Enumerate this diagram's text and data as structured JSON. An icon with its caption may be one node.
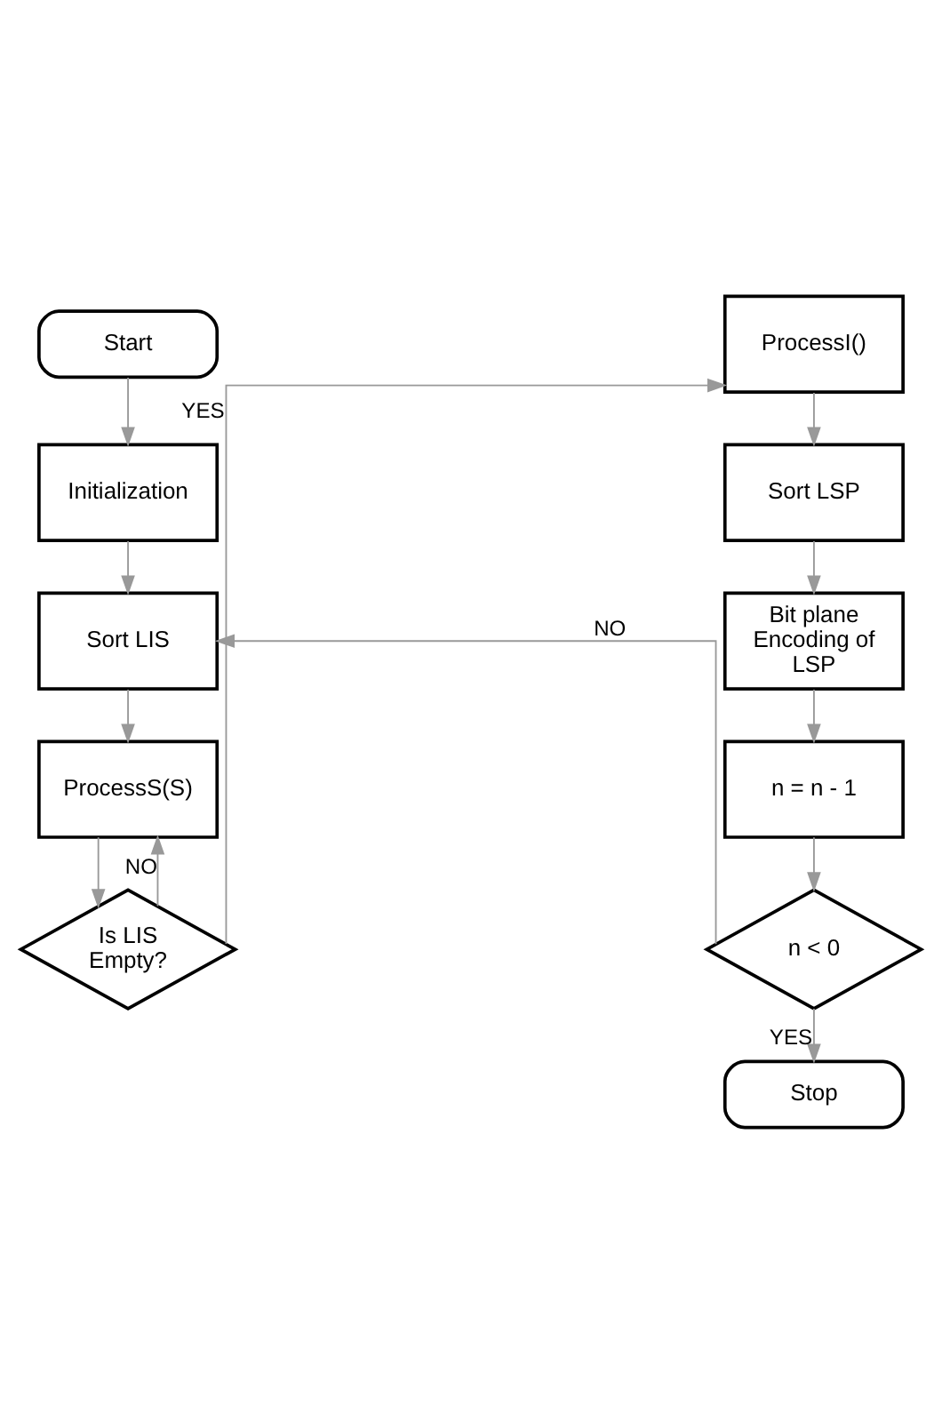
{
  "diagram": {
    "nodes": [
      {
        "text": [
          "Start"
        ]
      },
      {
        "text": [
          "Initialization"
        ]
      },
      {
        "text": [
          "Sort LIS"
        ]
      },
      {
        "text": [
          "ProcessS(S)"
        ]
      },
      {
        "text": [
          "Is LIS Empty?"
        ]
      },
      {
        "text": [
          "ProcessI()"
        ]
      },
      {
        "text": [
          "Sort LSP"
        ]
      },
      {
        "text": [
          "Bit plane Encoding of LSP"
        ]
      },
      {
        "text": [
          "n = n - 1"
        ]
      },
      {
        "text": [
          "n < 0"
        ]
      },
      {
        "text": [
          "Stop"
        ]
      }
    ],
    "edges": [
      {
        "from": 0,
        "to": 1,
        "arrow": "to"
      },
      {
        "from": 1,
        "to": 2,
        "arrow": "to"
      },
      {
        "from": 2,
        "to": 3,
        "arrow": "to"
      },
      {
        "from": 3,
        "to": 4,
        "arrow": "to"
      },
      {
        "from": 4,
        "to": 3,
        "arrow": "to",
        "label": "NO"
      },
      {
        "from": 4,
        "to": 5,
        "arrow": "to",
        "label": "YES"
      },
      {
        "from": 5,
        "to": 6,
        "arrow": "to"
      },
      {
        "from": 6,
        "to": 7,
        "arrow": "to"
      },
      {
        "from": 7,
        "to": 8,
        "arrow": "to"
      },
      {
        "from": 8,
        "to": 9,
        "arrow": "to"
      },
      {
        "from": 9,
        "to": 2,
        "arrow": "to",
        "label": "NO"
      },
      {
        "from": 9,
        "to": 10,
        "arrow": "to",
        "label": "YES"
      }
    ]
  }
}
